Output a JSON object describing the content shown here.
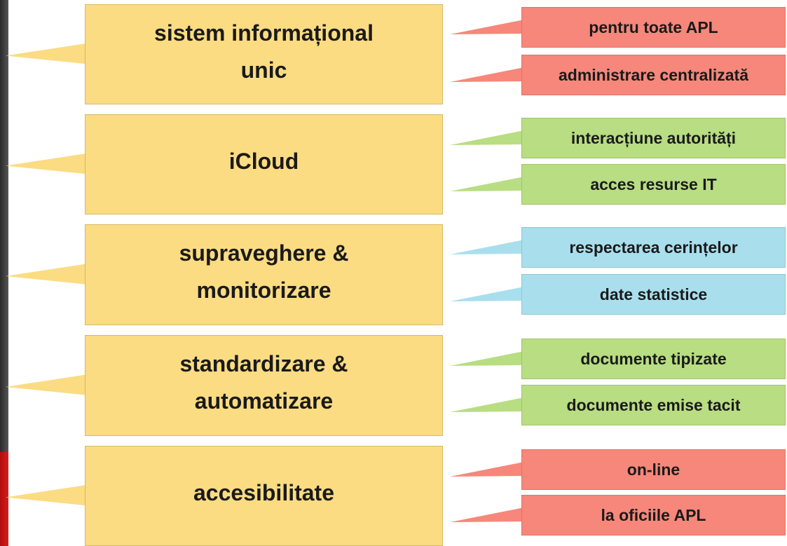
{
  "colors": {
    "main": "#fbdc82",
    "red": "#f6877a",
    "green": "#b8dd82",
    "blue": "#a9dfed",
    "photo_dark": "#3a3a3a",
    "photo_red": "#c81414"
  },
  "groups": [
    {
      "key": "sistem",
      "label": "sistem informațional\nunic",
      "children": [
        {
          "key": "toate-apl",
          "label": "pentru toate APL",
          "color": "red"
        },
        {
          "key": "administrare",
          "label": "administrare centralizată",
          "color": "red"
        }
      ]
    },
    {
      "key": "icloud",
      "label": "iCloud",
      "children": [
        {
          "key": "interactiune",
          "label": "interacțiune autorități",
          "color": "green"
        },
        {
          "key": "acces-it",
          "label": "acces resurse IT",
          "color": "green"
        }
      ]
    },
    {
      "key": "supraveghere",
      "label": "supraveghere &\nmonitorizare",
      "children": [
        {
          "key": "cerinte",
          "label": "respectarea cerințelor",
          "color": "blue"
        },
        {
          "key": "statistice",
          "label": "date statistice",
          "color": "blue"
        }
      ]
    },
    {
      "key": "standardizare",
      "label": "standardizare &\nautomatizare",
      "children": [
        {
          "key": "tipizate",
          "label": "documente tipizate",
          "color": "green"
        },
        {
          "key": "tacit",
          "label": "documente emise tacit",
          "color": "green"
        }
      ]
    },
    {
      "key": "accesibilitate",
      "label": "accesibilitate",
      "children": [
        {
          "key": "online",
          "label": "on-line",
          "color": "red"
        },
        {
          "key": "oficii",
          "label": "la oficiile APL",
          "color": "red"
        }
      ]
    }
  ]
}
